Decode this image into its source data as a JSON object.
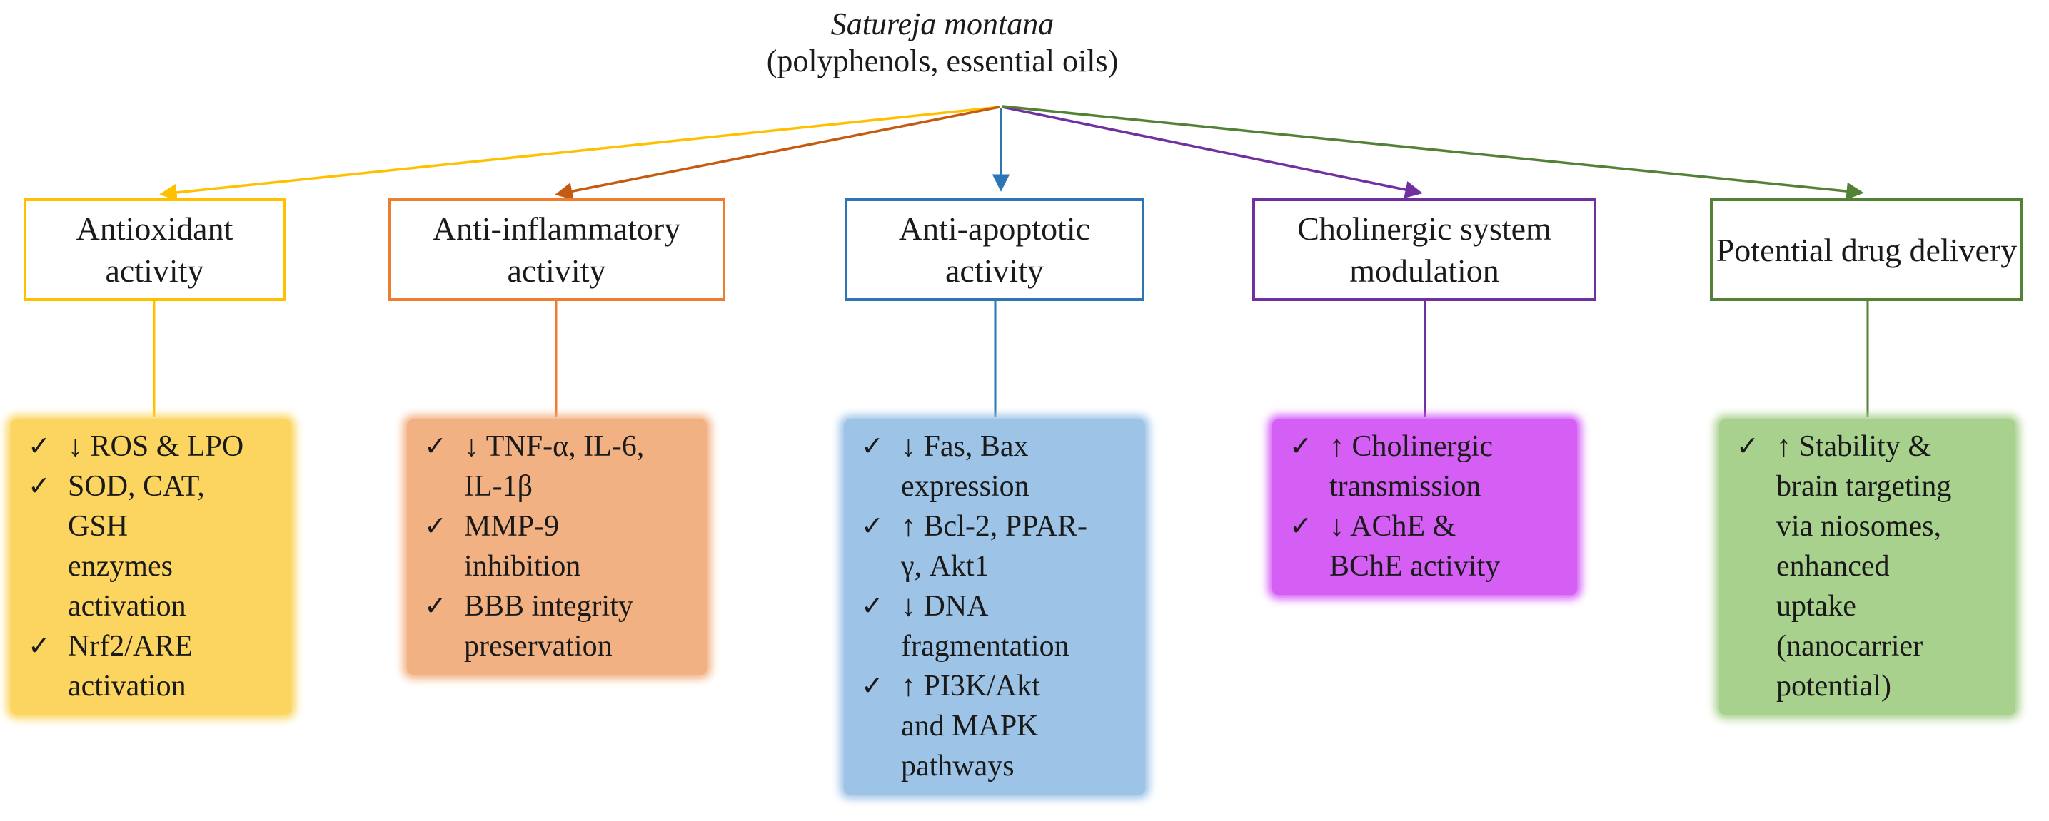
{
  "title": {
    "species": "Satureja montana",
    "subtitle": "(polyphenols, essential oils)"
  },
  "check_icon": "✓",
  "branches": [
    {
      "label": "Antioxidant activity",
      "border_color": "#FFC000",
      "fill_color": "#FBD55F",
      "arrow_color": "#FFC000",
      "connector_color": "#FFC000",
      "items": [
        "↓ ROS & LPO",
        "SOD, CAT,\nGSH\nenzymes\nactivation",
        "Nrf2/ARE\nactivation"
      ]
    },
    {
      "label": "Anti-inflammatory activity",
      "border_color": "#ED7D31",
      "fill_color": "#F2B183",
      "arrow_color": "#C55A11",
      "connector_color": "#ED7D31",
      "items": [
        "↓ TNF-α, IL-6,\nIL-1β",
        "MMP-9\ninhibition",
        "BBB integrity\npreservation"
      ]
    },
    {
      "label": "Anti-apoptotic activity",
      "border_color": "#2E75B6",
      "fill_color": "#9DC3E6",
      "arrow_color": "#2E75B6",
      "connector_color": "#2E75B6",
      "items": [
        "↓ Fas, Bax\nexpression",
        "↑ Bcl-2, PPAR-\nγ, Akt1",
        "↓ DNA\nfragmentation",
        "↑ PI3K/Akt\nand MAPK\npathways"
      ]
    },
    {
      "label": "Cholinergic system modulation",
      "border_color": "#7030A0",
      "fill_color": "#D55FF5",
      "arrow_color": "#7030A0",
      "connector_color": "#7030A0",
      "items": [
        "↑ Cholinergic\ntransmission",
        "↓ AChE &\nBChE activity"
      ]
    },
    {
      "label": "Potential drug delivery",
      "border_color": "#538135",
      "fill_color": "#A9D18E",
      "arrow_color": "#538135",
      "connector_color": "#538135",
      "items": [
        "↑ Stability &\nbrain targeting\nvia niosomes,\nenhanced\nuptake\n(nanocarrier\npotential)"
      ]
    }
  ]
}
